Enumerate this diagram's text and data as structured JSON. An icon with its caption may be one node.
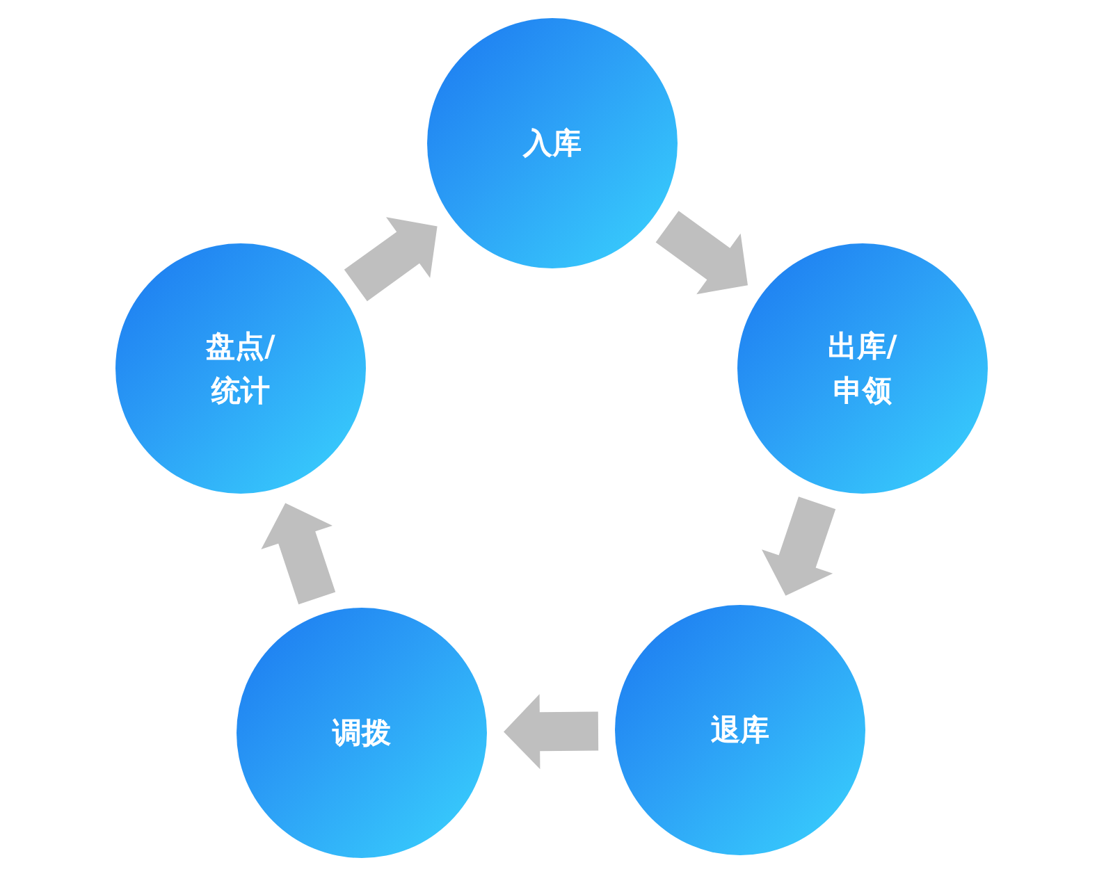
{
  "diagram": {
    "nodes": [
      {
        "text": [
          "入库"
        ]
      },
      {
        "text": [
          "出库/申领"
        ]
      },
      {
        "text": [
          "退库"
        ]
      },
      {
        "text": [
          "调拨"
        ]
      },
      {
        "text": [
          "盘点/统计"
        ]
      }
    ],
    "edges": [
      {
        "from": 0,
        "to": 1,
        "arrow": "to"
      },
      {
        "from": 1,
        "to": 2,
        "arrow": "to"
      },
      {
        "from": 2,
        "to": 3,
        "arrow": "to"
      },
      {
        "from": 3,
        "to": 4,
        "arrow": "to"
      },
      {
        "from": 4,
        "to": 0,
        "arrow": "to"
      }
    ]
  }
}
